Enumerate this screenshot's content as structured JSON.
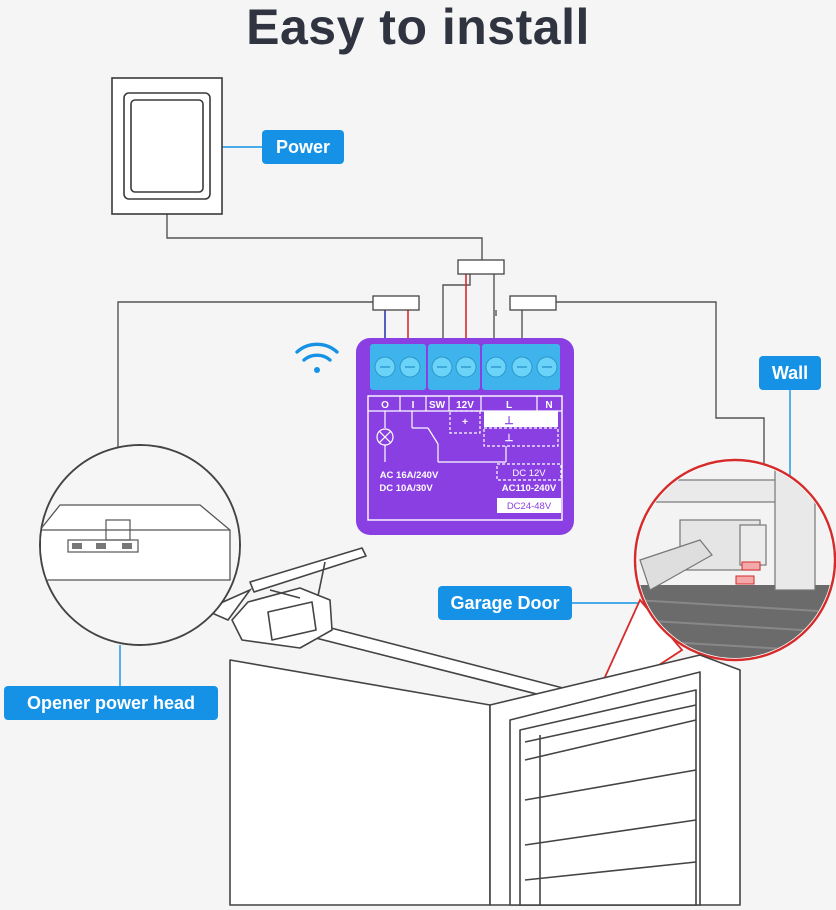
{
  "title": "Easy to install",
  "labels": {
    "power": "Power",
    "wall": "Wall",
    "garage_door": "Garage Door",
    "opener": "Opener power head"
  },
  "device": {
    "terminals": [
      "O",
      "I",
      "SW",
      "12V",
      "L",
      "N"
    ],
    "signs": {
      "plus_12v": "+",
      "ground": "⊥",
      "ground_box": "⊥",
      "plus_n": "+"
    },
    "rating_ac": "AC 16A/240V",
    "rating_dc": "DC 10A/30V",
    "supply_dc12": "DC 12V",
    "supply_ac": "AC110-240V",
    "supply_dc24": "DC24-48V"
  },
  "colors": {
    "accent": "#1592e6",
    "device_body": "#8a3fe3",
    "terminal": "#55c9f5",
    "wire_red": "#d62b2b",
    "wire_blue": "#2b3bb0",
    "wifi": "#1592e6"
  }
}
